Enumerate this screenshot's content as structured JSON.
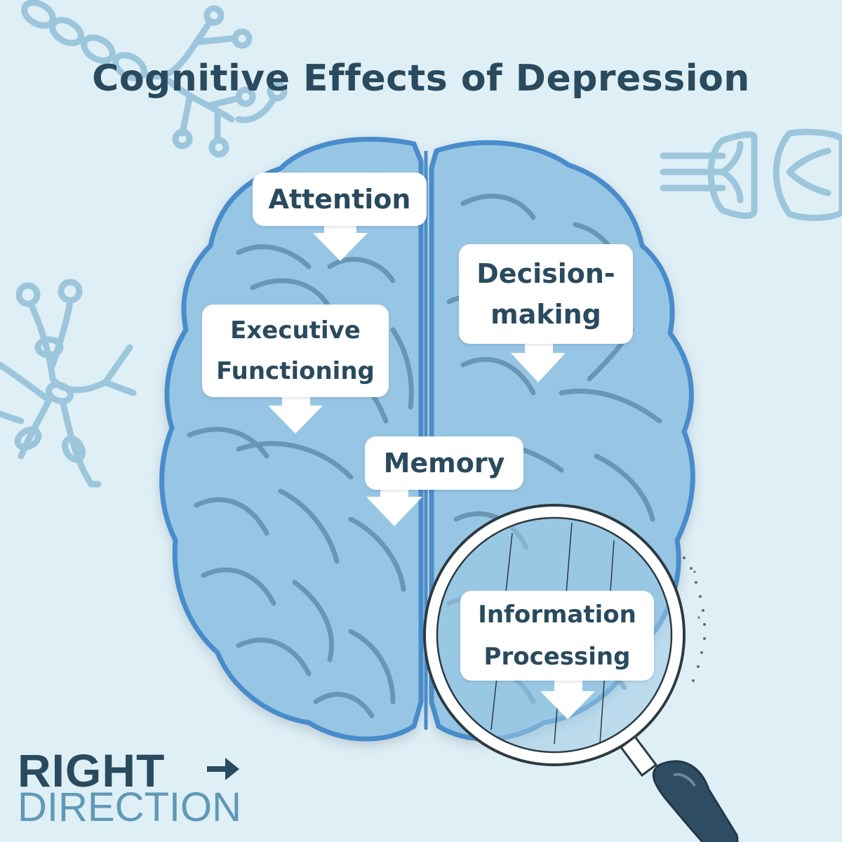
{
  "title": "Cognitive Effects of Depression",
  "labels": {
    "attention": "Attention",
    "decision_line1": "Decision-",
    "decision_line2": "making",
    "executive_line1": "Executive",
    "executive_line2": "Functioning",
    "memory": "Memory",
    "info_line1": "Information",
    "info_line2": "Processing"
  },
  "logo": {
    "line1": "RIGHT",
    "line2": "DIRECTION"
  },
  "icons": [
    "brain-icon",
    "magnifying-glass-icon",
    "neuron-icon",
    "arrow-right-icon"
  ],
  "colors": {
    "background": "#dfeff6",
    "brain_fill": "#96c6e4",
    "brain_outline": "#4a8ccb",
    "dark_text": "#2a4a5e",
    "deco": "#9cc6dc",
    "logo_light": "#5f99b6"
  }
}
